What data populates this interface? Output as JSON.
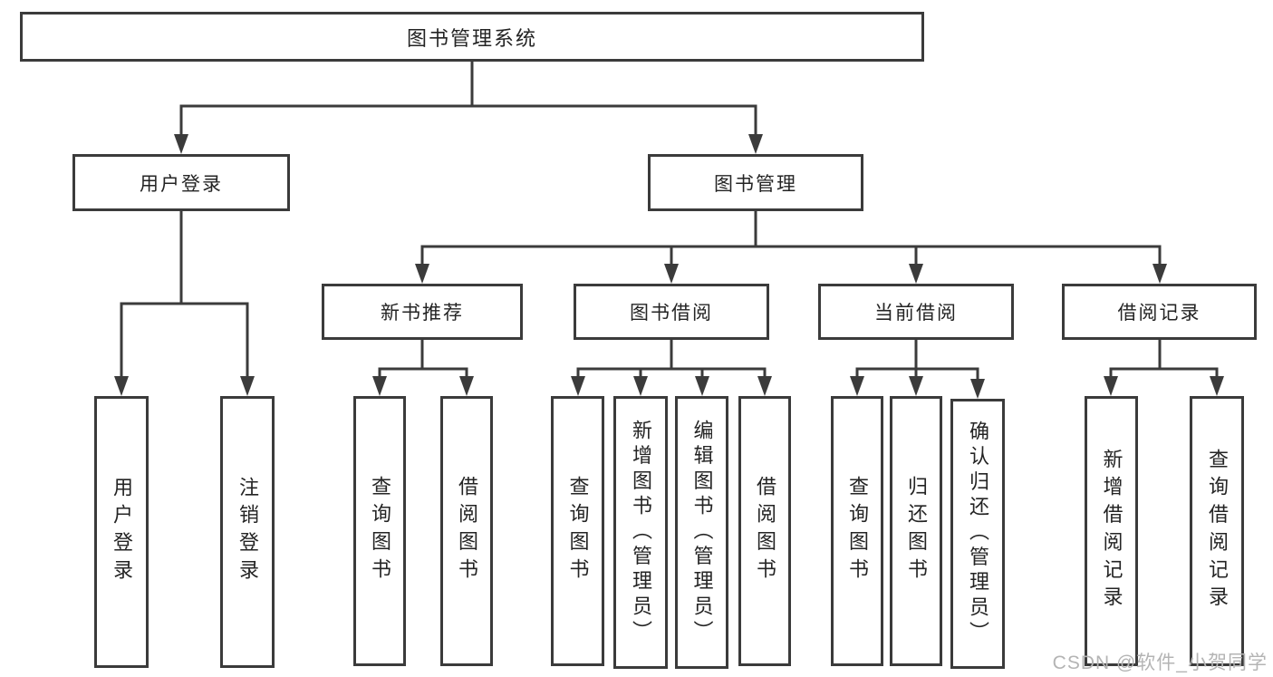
{
  "diagram": {
    "title": "图书管理系统",
    "modules": {
      "user_login": "用户登录",
      "book_management": "图书管理"
    },
    "sections": {
      "new_book": "新书推荐",
      "book_borrow": "图书借阅",
      "current_borrow": "当前借阅",
      "borrow_record": "借阅记录"
    },
    "leaves": {
      "login": [
        "用户登录",
        "注销登录"
      ],
      "new_book": [
        "查询图书",
        "借阅图书"
      ],
      "book_borrow": [
        "查询图书",
        "新增图书（管理员）",
        "编辑图书（管理员）",
        "借阅图书"
      ],
      "current_borrow": [
        "查询图书",
        "归还图书",
        "确认归还（管理员）"
      ],
      "borrow_record": [
        "新增借阅记录",
        "查询借阅记录"
      ]
    },
    "colors": {
      "line": "#3b3b3b",
      "text": "#242424",
      "background": "#ffffff",
      "watermark": "#b4b4b4"
    }
  },
  "watermark": {
    "text": "CSDN @软件_小贺同学"
  }
}
